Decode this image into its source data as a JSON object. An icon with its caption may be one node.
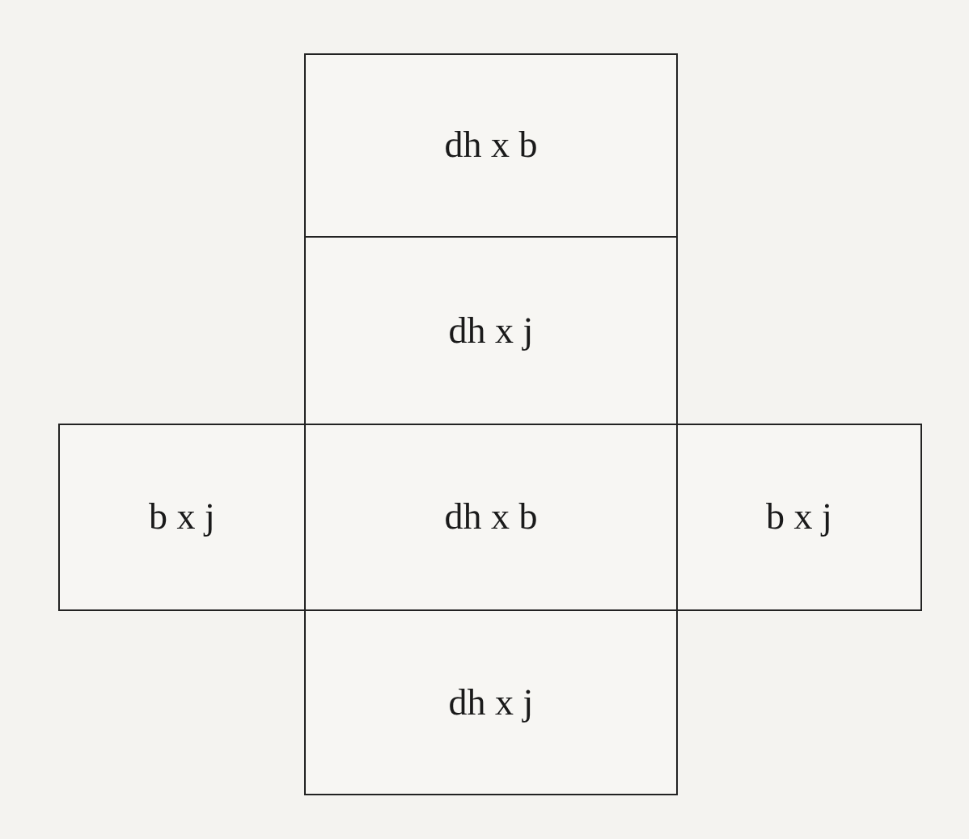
{
  "diagram": {
    "nodes": [
      {
        "text": [
          "dh x b"
        ]
      },
      {
        "text": [
          "dh x j"
        ]
      },
      {
        "text": [
          "b x j"
        ]
      },
      {
        "text": [
          "dh x b"
        ]
      },
      {
        "text": [
          "b x j"
        ]
      },
      {
        "text": [
          "dh x j"
        ]
      }
    ]
  }
}
